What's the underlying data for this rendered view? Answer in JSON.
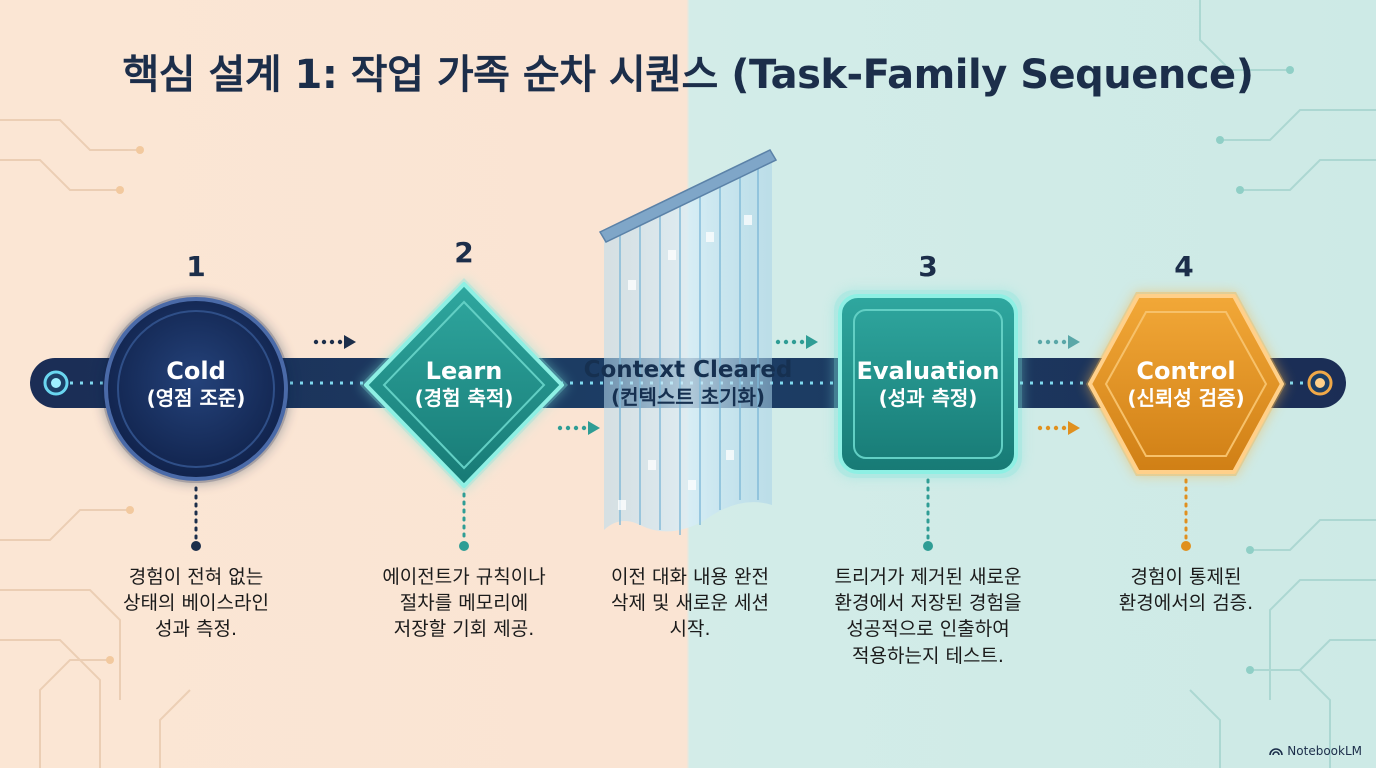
{
  "title": "핵심 설계 1: 작업 가족 순차 시퀀스 (Task-Family Sequence)",
  "steps": [
    {
      "number": "1",
      "label_en": "Cold",
      "label_ko": "(영점 조준)",
      "description": "경험이 전혀 없는\n상태의 베이스라인\n성과 측정.",
      "shape": "circle",
      "color": "#142a52"
    },
    {
      "number": "2",
      "label_en": "Learn",
      "label_ko": "(경험 축적)",
      "description": "에이전트가 규칙이나\n절차를 메모리에\n저장할 기회 제공.",
      "shape": "diamond",
      "color": "#1f8a85"
    },
    {
      "number": "3",
      "label_en": "Evaluation",
      "label_ko": "(성과 측정)",
      "description": "트리거가 제거된 새로운\n환경에서 저장된 경험을\n성공적으로 인출하여\n적용하는지 테스트.",
      "shape": "rounded-square",
      "color": "#1f8a85"
    },
    {
      "number": "4",
      "label_en": "Control",
      "label_ko": "(신뢰성 검증)",
      "description": "경험이 통제된\n환경에서의 검증.",
      "shape": "hexagon",
      "color": "#e0901f"
    }
  ],
  "context": {
    "label_en": "Context Cleared",
    "label_ko": "(컨텍스트 초기화)",
    "description": "이전 대화 내용 완전\n삭제 및 새로운 세션\n시작."
  },
  "brand": "NotebookLM"
}
